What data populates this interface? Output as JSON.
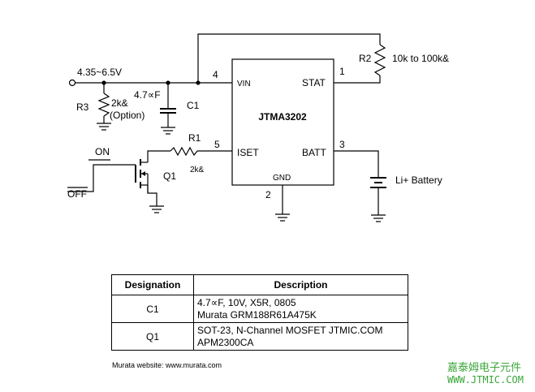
{
  "schematic": {
    "ic_name": "JTMA3202",
    "pins": {
      "vin": "VIN",
      "stat": "STAT",
      "iset": "ISET",
      "batt": "BATT",
      "gnd": "GND",
      "n4": "4",
      "n1": "1",
      "n5": "5",
      "n3": "3",
      "n2": "2"
    },
    "input_voltage": "4.35~6.5V",
    "r2": {
      "ref": "R2",
      "value": "10k to 100k&"
    },
    "r3": {
      "ref": "R3",
      "value": "2k&",
      "note": "(Option)"
    },
    "c1": {
      "ref": "C1",
      "value": "4.7∝F"
    },
    "r1": {
      "ref": "R1",
      "value": "2k&"
    },
    "q1": {
      "ref": "Q1"
    },
    "battery": "Li+ Battery",
    "switch_on": "ON",
    "switch_off": "OFF"
  },
  "table": {
    "headers": [
      "Designation",
      "Description"
    ],
    "rows": [
      {
        "designation": "C1",
        "line1": "4.7∝F, 10V, X5R, 0805",
        "line2": "Murata GRM188R61A475K"
      },
      {
        "designation": "Q1",
        "line1": "SOT-23, N-Channel MOSFET JTMIC.COM",
        "line2": "APM2300CA"
      }
    ]
  },
  "footnote": "Murata website: www.murata.com",
  "watermark": {
    "line1": "嘉泰姆电子元件",
    "line2": "WWW.JTMIC.COM"
  }
}
